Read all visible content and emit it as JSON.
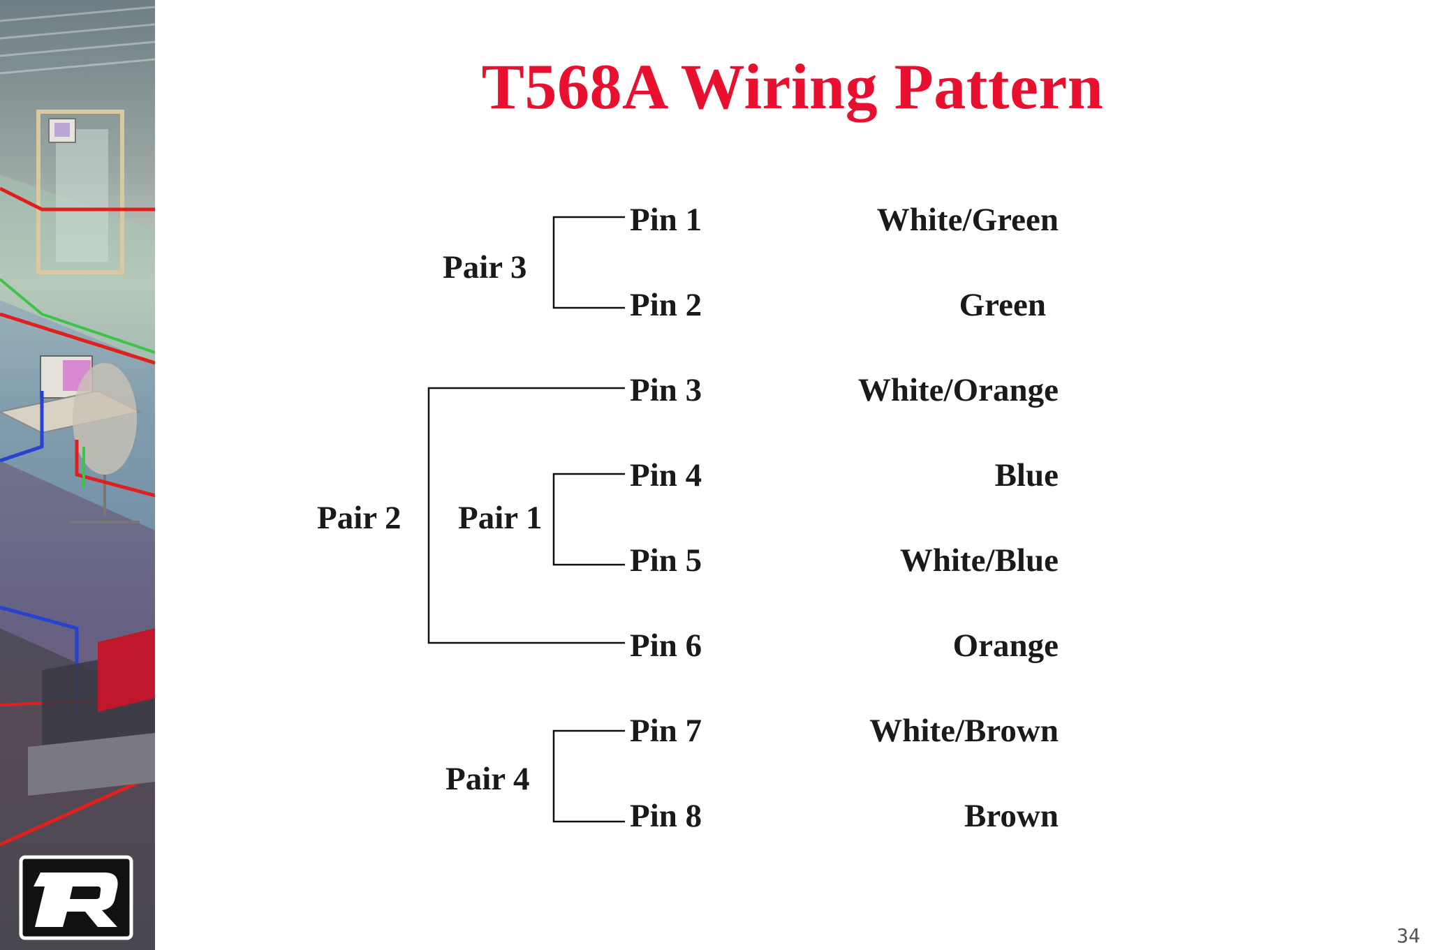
{
  "slide": {
    "title": "T568A Wiring Pattern",
    "page_number": "34"
  },
  "pairs": [
    {
      "label": "Pair 3"
    },
    {
      "label": "Pair 2"
    },
    {
      "label": "Pair 1"
    },
    {
      "label": "Pair 4"
    }
  ],
  "pins": [
    {
      "label": "Pin 1",
      "color": "White/Green"
    },
    {
      "label": "Pin 2",
      "color": "Green"
    },
    {
      "label": "Pin 3",
      "color": "White/Orange"
    },
    {
      "label": "Pin 4",
      "color": "Blue"
    },
    {
      "label": "Pin 5",
      "color": "White/Blue"
    },
    {
      "label": "Pin 6",
      "color": "Orange"
    },
    {
      "label": "Pin 7",
      "color": "White/Brown"
    },
    {
      "label": "Pin 8",
      "color": "Brown"
    }
  ],
  "colors": {
    "title": "#e8102e",
    "text": "#1a1a1a"
  }
}
